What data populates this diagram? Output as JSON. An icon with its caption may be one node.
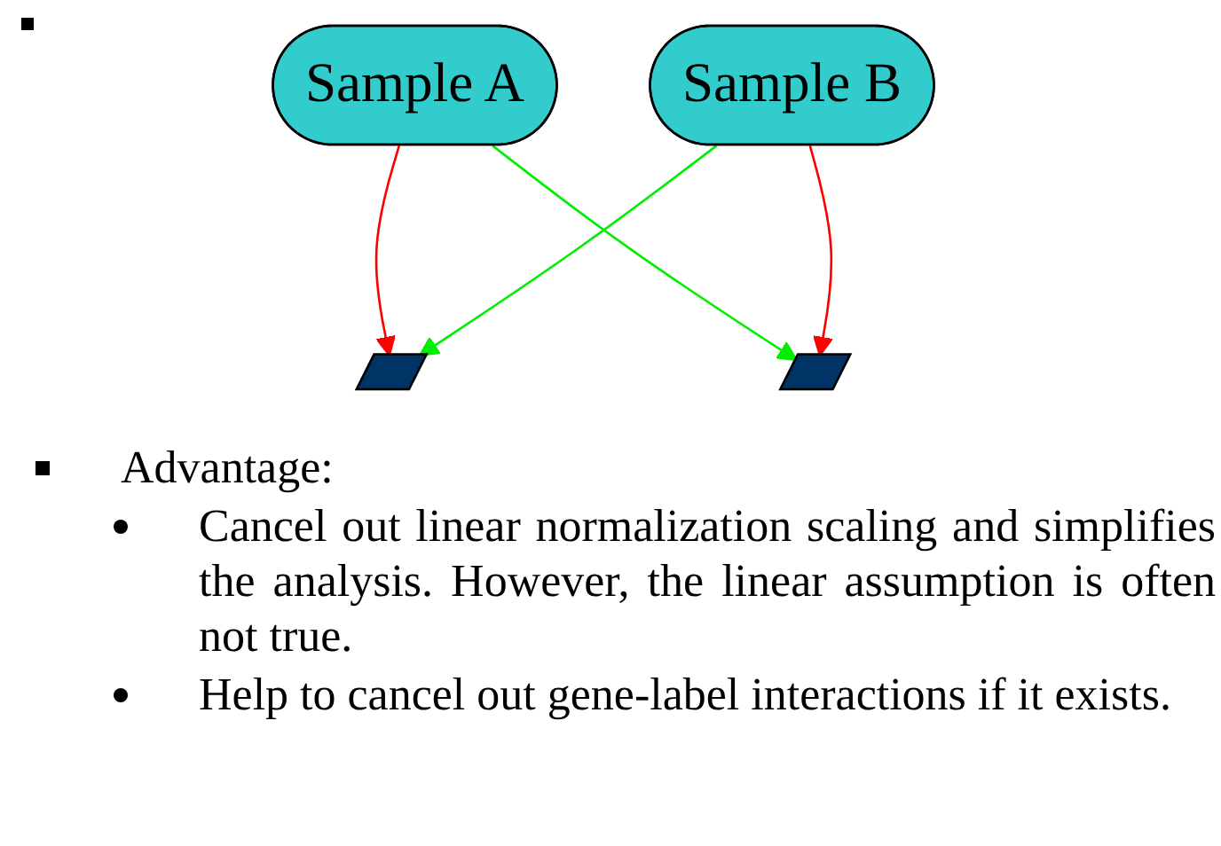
{
  "diagram": {
    "nodes": [
      {
        "text": [
          "Sample A"
        ]
      },
      {
        "text": [
          "Sample B"
        ]
      },
      {
        "text": [],
        "shape": "parallelogram"
      },
      {
        "text": [],
        "shape": "parallelogram"
      }
    ],
    "edges": [
      {
        "from": 0,
        "to": 2,
        "arrow": "to",
        "color": "#ff0000"
      },
      {
        "from": 0,
        "to": 3,
        "arrow": "to",
        "color": "#00ee00"
      },
      {
        "from": 1,
        "to": 2,
        "arrow": "to",
        "color": "#00ee00"
      },
      {
        "from": 1,
        "to": 3,
        "arrow": "to",
        "color": "#ff0000"
      }
    ],
    "labels": [
      "Advantage:",
      "Cancel out linear normalization scaling and simplifies the analysis. However, the linear assumption is often not true.",
      "Help to cancel out gene-label interactions if it exists."
    ]
  }
}
